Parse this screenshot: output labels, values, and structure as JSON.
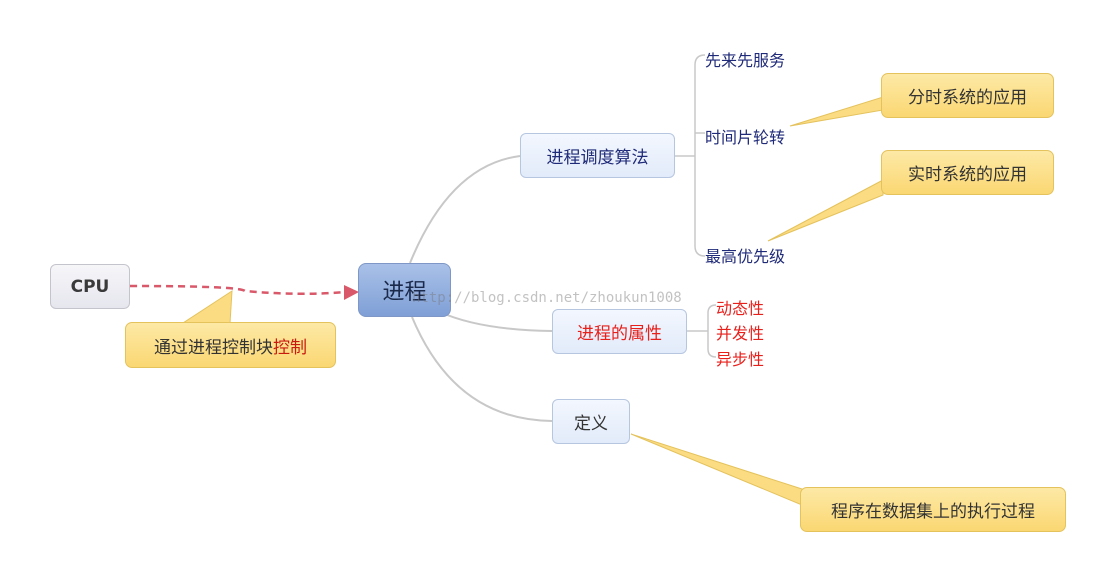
{
  "center": {
    "label": "进程"
  },
  "cpu": {
    "label": "CPU"
  },
  "cpu_callout": {
    "text": "通过进程控制块",
    "highlight": "控制"
  },
  "branches": {
    "scheduling": {
      "label": "进程调度算法",
      "leaves": [
        "先来先服务",
        "时间片轮转",
        "最高优先级"
      ],
      "callouts": {
        "round_robin": "分时系统的应用",
        "priority": "实时系统的应用"
      }
    },
    "attributes": {
      "label": "进程的属性",
      "leaves": [
        "动态性",
        "并发性",
        "异步性"
      ]
    },
    "definition": {
      "label": "定义",
      "callout": "程序在数据集上的执行过程"
    }
  },
  "watermark": "http://blog.csdn.net/zhoukun1008",
  "colors": {
    "center_fill": "#8fabdd",
    "branch_fill": "#eaf0fc",
    "callout_fill": "#fbdc83",
    "attribute_text": "#e8201c",
    "leaf_text": "#1f2a78",
    "dashed_arrow": "#d9596a"
  }
}
